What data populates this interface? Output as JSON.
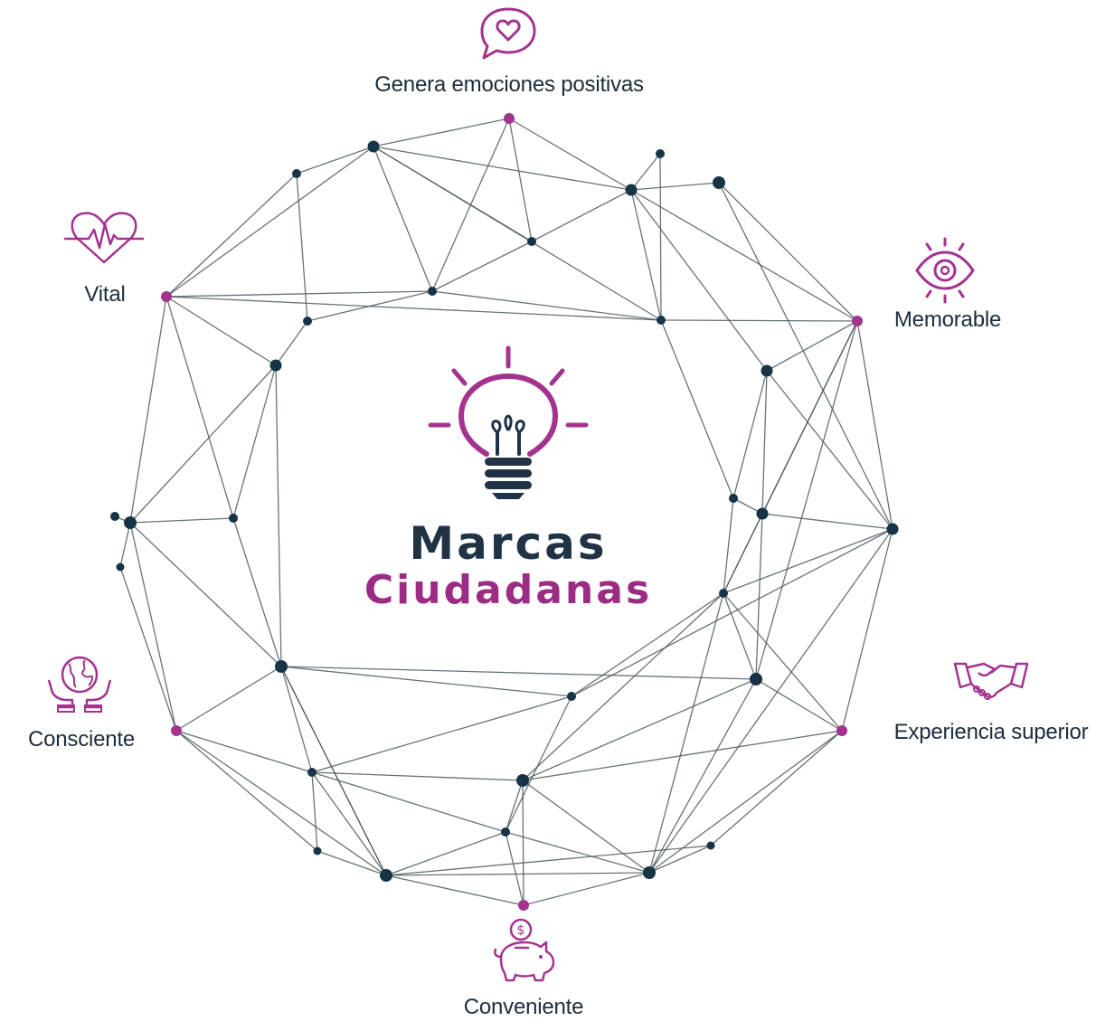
{
  "center": {
    "title_line1": "Marcas",
    "title_line2": "Ciudadanas",
    "icon": "lightbulb-icon"
  },
  "attributes": [
    {
      "label": "Genera emociones positivas",
      "icon": "heart-speech-bubble-icon"
    },
    {
      "label": "Memorable",
      "icon": "eye-icon"
    },
    {
      "label": "Experiencia superior",
      "icon": "handshake-icon"
    },
    {
      "label": "Conveniente",
      "icon": "piggy-bank-icon"
    },
    {
      "label": "Consciente",
      "icon": "globe-hands-icon"
    },
    {
      "label": "Vital",
      "icon": "heartbeat-icon"
    }
  ],
  "colors": {
    "accent": "#a3338f",
    "node": "#173346",
    "edge": "#4d5a60",
    "text": "#1d2c3b"
  }
}
